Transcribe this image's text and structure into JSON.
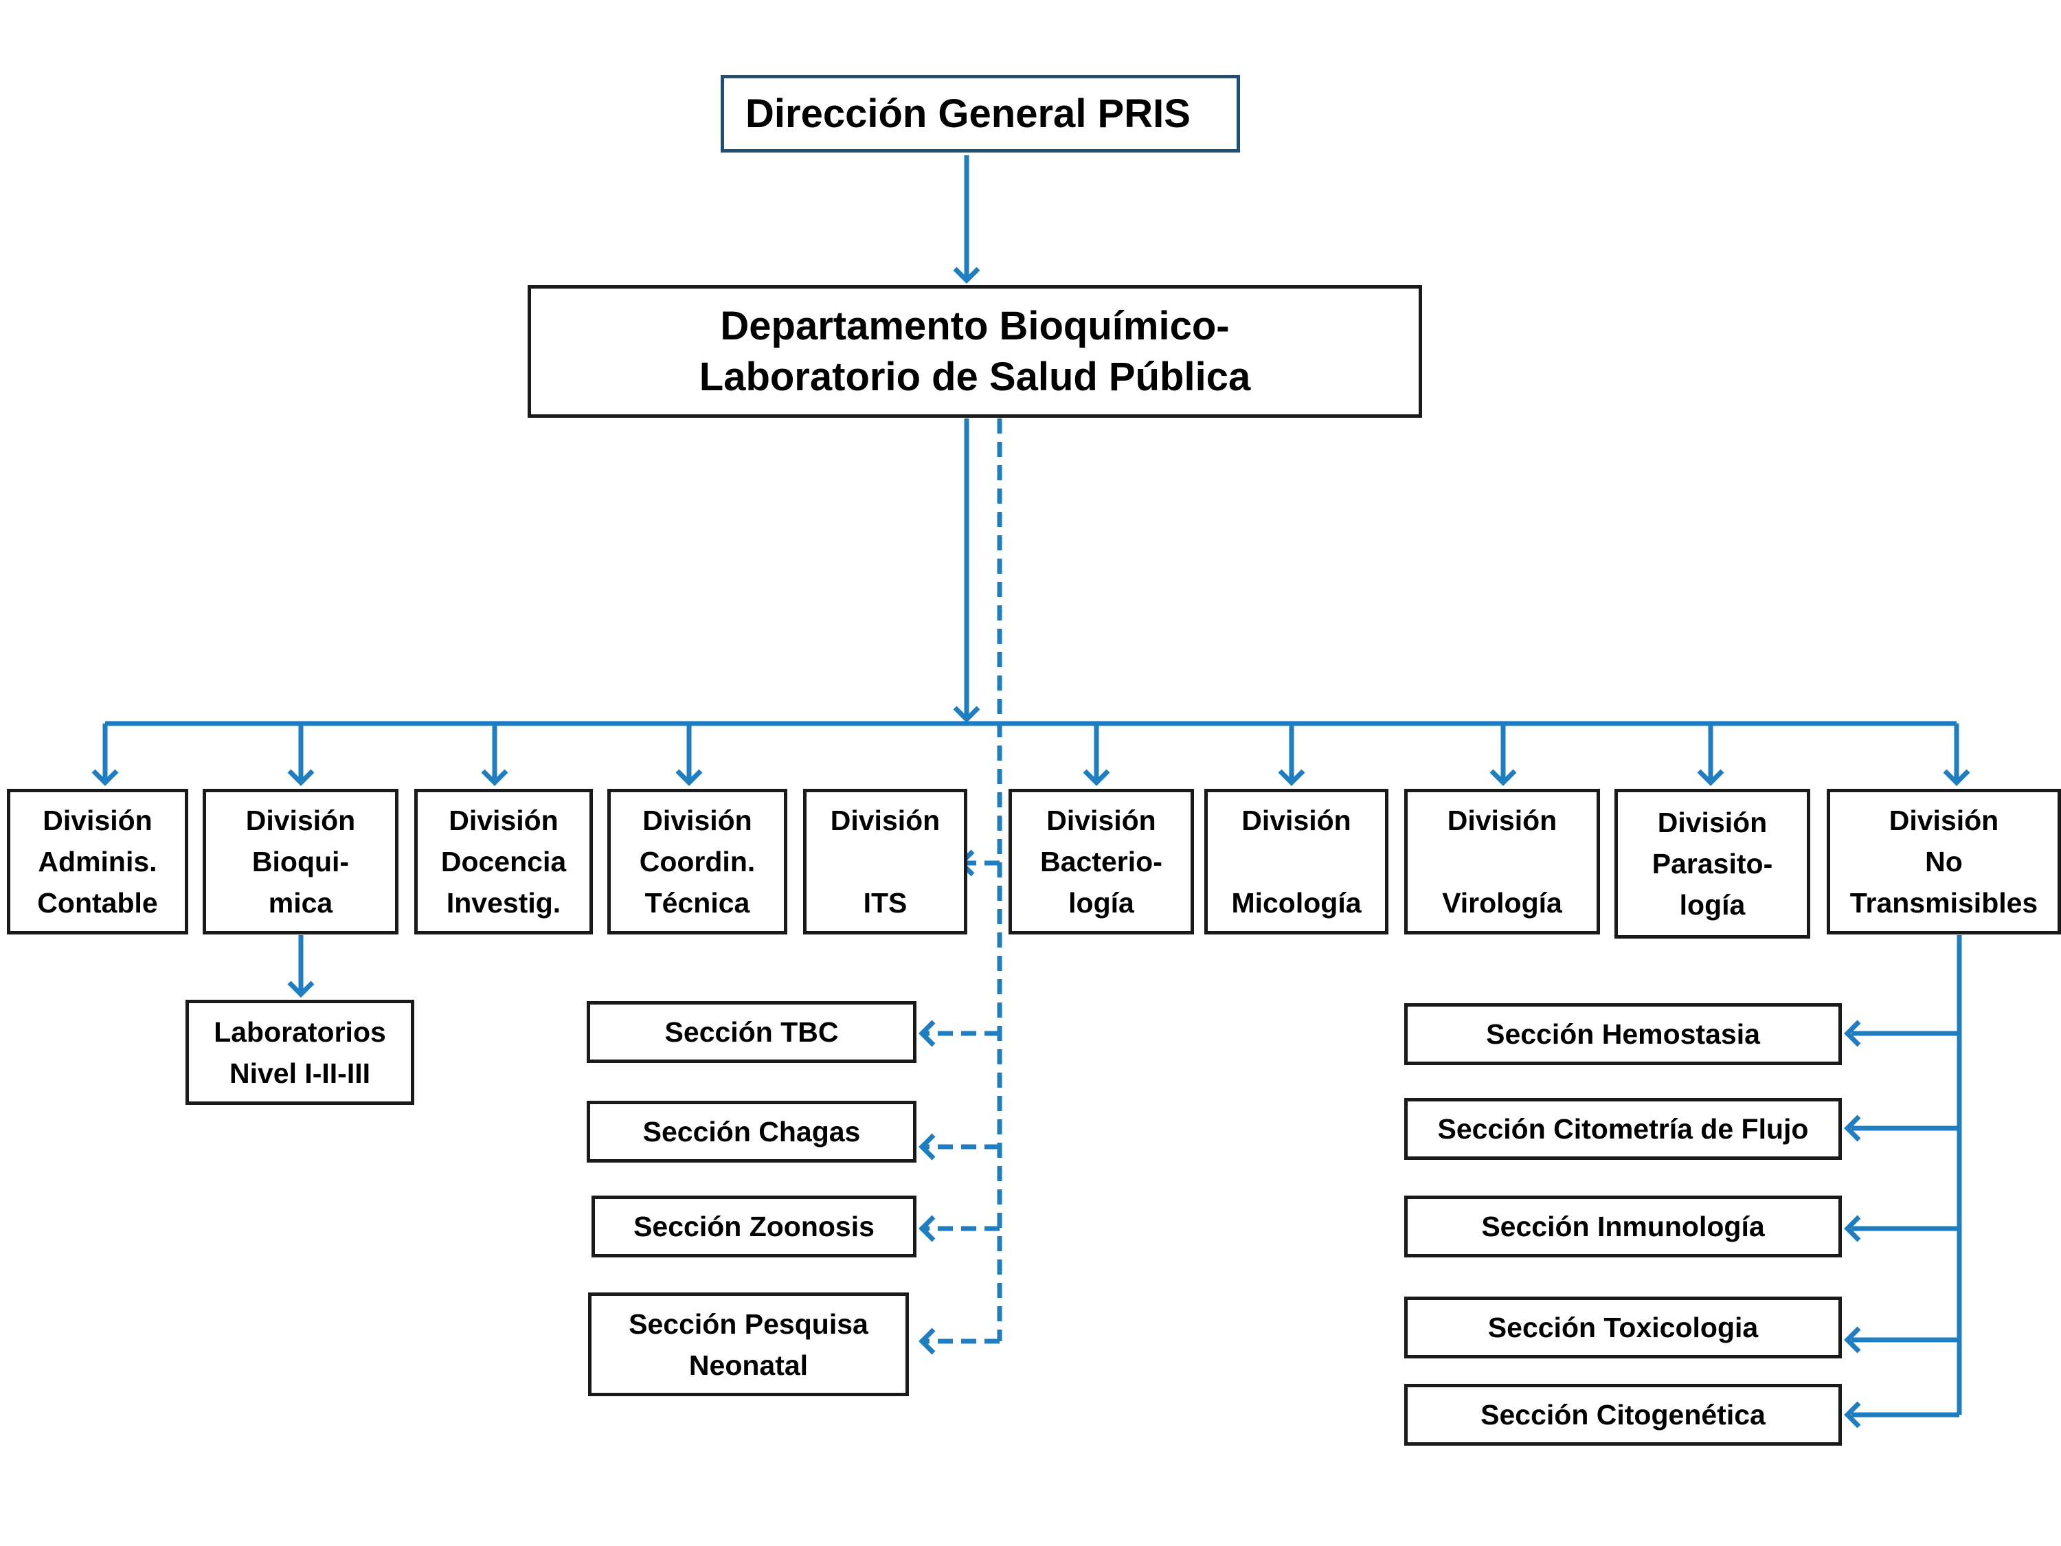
{
  "colors": {
    "connector": "#1f7ec2",
    "box_border": "#1a1a1a",
    "top_border": "#1f4e79"
  },
  "top": {
    "label": "Dirección General PRIS"
  },
  "department": {
    "lines": [
      "Departamento Bioquímico-",
      "Laboratorio de Salud Pública"
    ]
  },
  "divisions": [
    {
      "id": "adminis",
      "lines": [
        "División",
        "Adminis.",
        "Contable"
      ]
    },
    {
      "id": "bioquimica",
      "lines": [
        "División",
        "Bioqui-",
        "mica"
      ]
    },
    {
      "id": "docencia",
      "lines": [
        "División",
        "Docencia",
        "Investig."
      ]
    },
    {
      "id": "coordin",
      "lines": [
        "División",
        "Coordin.",
        "Técnica"
      ]
    },
    {
      "id": "its",
      "lines": [
        "División",
        "",
        "ITS"
      ]
    },
    {
      "id": "bacteriologia",
      "lines": [
        "División",
        "Bacterio-",
        "logía"
      ]
    },
    {
      "id": "micologia",
      "lines": [
        "División",
        "",
        "Micología"
      ]
    },
    {
      "id": "virologia",
      "lines": [
        "División",
        "",
        "Virología"
      ]
    },
    {
      "id": "parasitologia",
      "lines": [
        "División",
        "Parasito-",
        "logía"
      ]
    },
    {
      "id": "no-transmisibles",
      "lines": [
        "División",
        "No",
        "Transmisibles"
      ]
    }
  ],
  "laboratorios": {
    "lines": [
      "Laboratorios",
      "Nivel  I-II-III"
    ]
  },
  "dashed_sections": [
    {
      "id": "tbc",
      "lines": [
        "Sección TBC"
      ]
    },
    {
      "id": "chagas",
      "lines": [
        "Sección Chagas"
      ]
    },
    {
      "id": "zoonosis",
      "lines": [
        "Sección Zoonosis"
      ]
    },
    {
      "id": "pesquisa",
      "lines": [
        "Sección Pesquisa",
        "Neonatal"
      ]
    }
  ],
  "nt_sections": [
    {
      "id": "hemostasia",
      "lines": [
        "Sección Hemostasia"
      ]
    },
    {
      "id": "citometria",
      "lines": [
        "Sección Citometría de Flujo"
      ]
    },
    {
      "id": "inmunologia",
      "lines": [
        "Sección Inmunología"
      ]
    },
    {
      "id": "toxicologia",
      "lines": [
        "Sección Toxicologia"
      ]
    },
    {
      "id": "citogenetica",
      "lines": [
        "Sección Citogenética"
      ]
    }
  ]
}
